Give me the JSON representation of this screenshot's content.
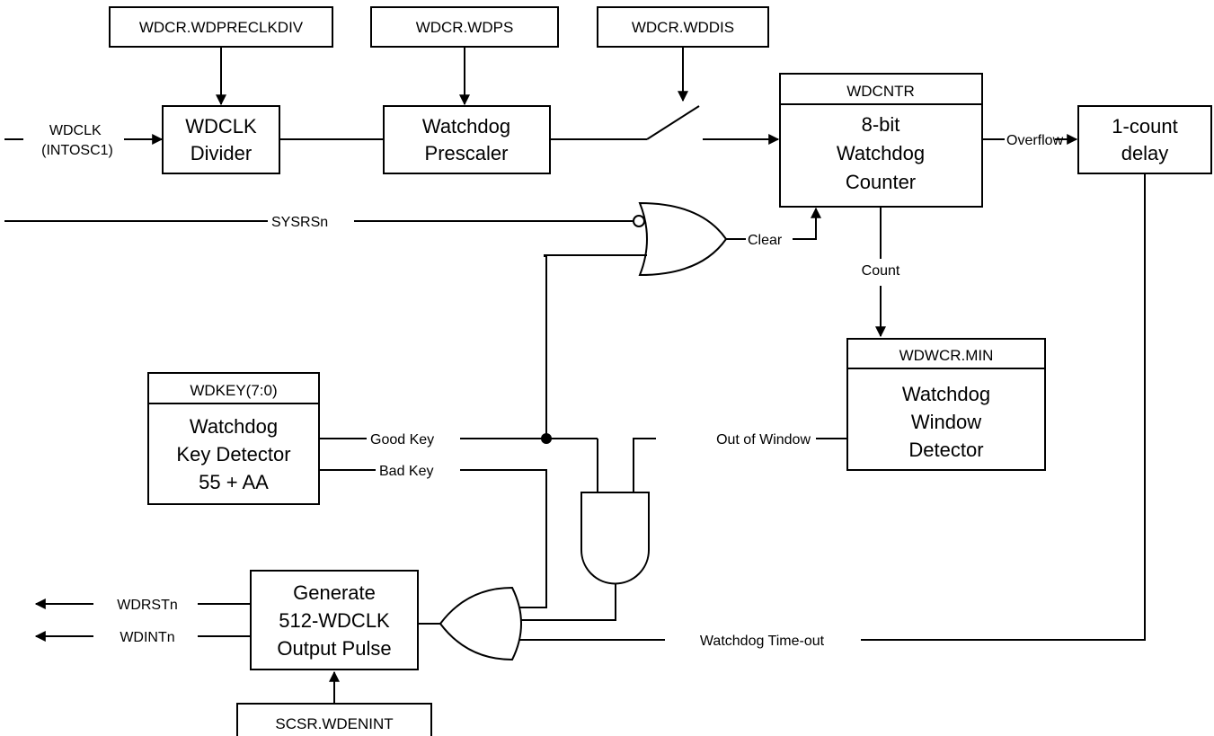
{
  "registers": {
    "wdpreclkdiv": "WDCR.WDPRECLKDIV",
    "wdps": "WDCR.WDPS",
    "wddis": "WDCR.WDDIS",
    "wdcntr": "WDCNTR",
    "wdwcr_min": "WDWCR.MIN",
    "wdkey": "WDKEY(7:0)",
    "scsr_wdenint": "SCSR.WDENINT"
  },
  "blocks": {
    "divider": [
      "WDCLK",
      "Divider"
    ],
    "prescaler": [
      "Watchdog",
      "Prescaler"
    ],
    "counter": [
      "8-bit",
      "Watchdog",
      "Counter"
    ],
    "delay": [
      "1-count",
      "delay"
    ],
    "window_detector": [
      "Watchdog",
      "Window",
      "Detector"
    ],
    "key_detector": [
      "Watchdog",
      "Key Detector",
      "55 + AA"
    ],
    "pulse_generator": [
      "Generate",
      "512-WDCLK",
      "Output Pulse"
    ]
  },
  "signals": {
    "wdclk_input": [
      "WDCLK",
      "(INTOSC1)"
    ],
    "sysrsn": "SYSRSn",
    "clear": "Clear",
    "overflow": "Overflow",
    "count": "Count",
    "good_key": "Good Key",
    "bad_key": "Bad Key",
    "out_of_window": "Out of Window",
    "watchdog_timeout": "Watchdog Time-out",
    "wdrstn": "WDRSTn",
    "wdintn": "WDINTn"
  }
}
